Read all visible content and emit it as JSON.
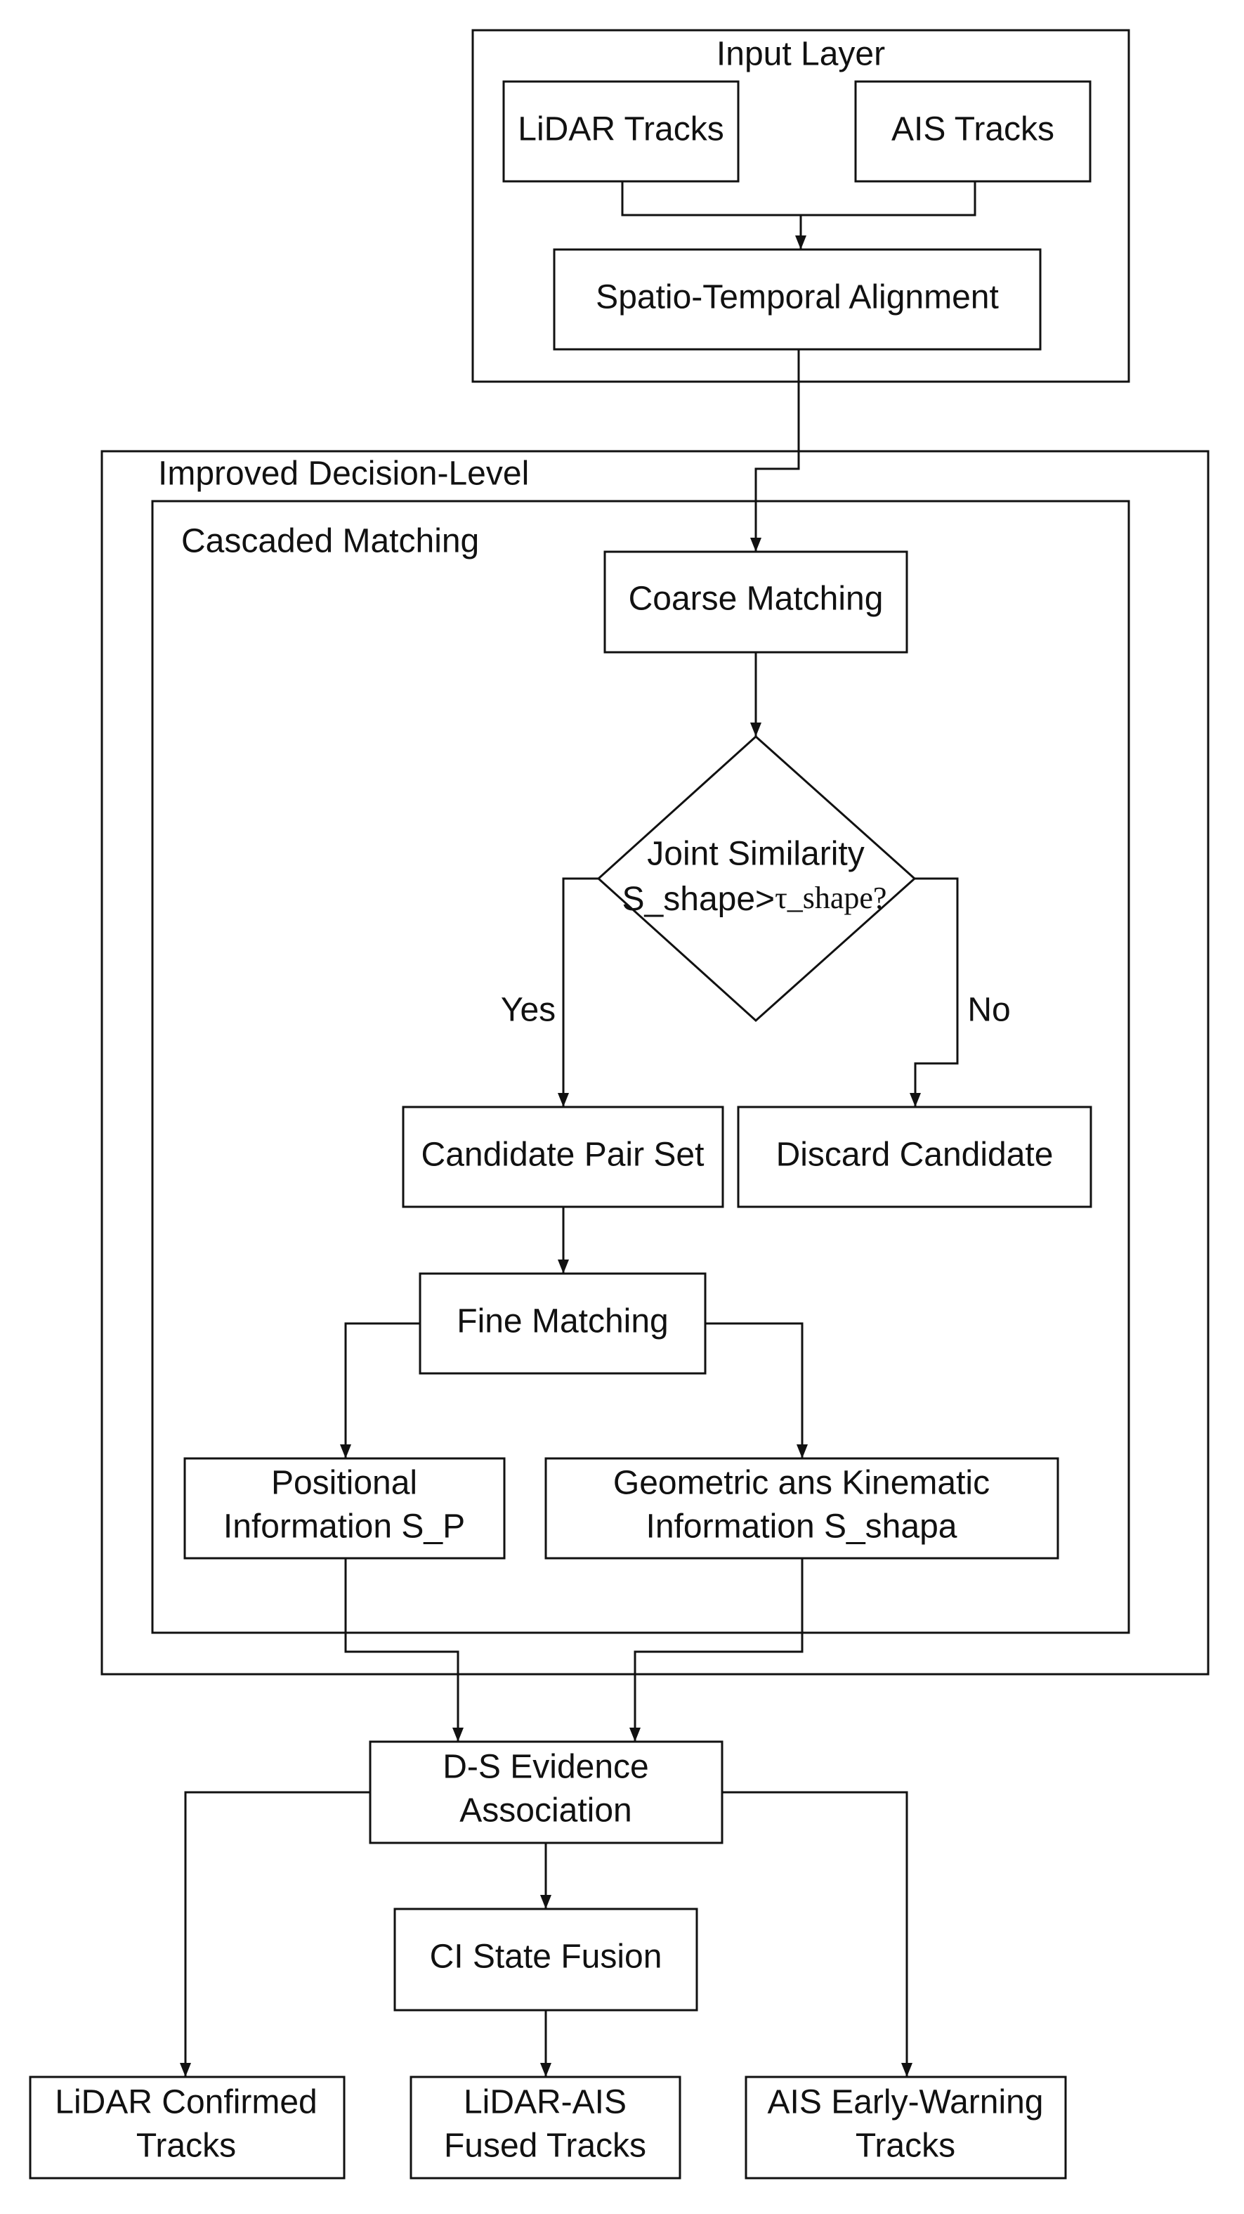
{
  "groups": {
    "input_layer": "Input Layer",
    "improved_decision_level": "Improved Decision-Level",
    "cascaded_matching": "Cascaded Matching"
  },
  "nodes": {
    "lidar_tracks": "LiDAR Tracks",
    "ais_tracks": "AIS Tracks",
    "spatio_temporal_alignment": "Spatio-Temporal Alignment",
    "coarse_matching": "Coarse Matching",
    "decision": {
      "line1": "Joint Similarity",
      "line2_prefix": "S_shape>",
      "line2_threshold": "τ_shape?"
    },
    "candidate_pair_set": "Candidate Pair Set",
    "discard_candidate": "Discard Candidate",
    "fine_matching": "Fine Matching",
    "positional_info": {
      "line1": "Positional",
      "line2": "Information S_P"
    },
    "geometric_info": {
      "line1": "Geometric ans Kinematic",
      "line2": "Information S_shapa"
    },
    "ds_evidence": {
      "line1": "D-S Evidence",
      "line2": "Association"
    },
    "ci_state_fusion": "CI State Fusion",
    "lidar_confirmed": {
      "line1": "LiDAR Confirmed",
      "line2": "Tracks"
    },
    "lidar_ais_fused": {
      "line1": "LiDAR-AIS",
      "line2": "Fused Tracks"
    },
    "ais_early_warning": {
      "line1": "AIS Early-Warning",
      "line2": "Tracks"
    }
  },
  "edge_labels": {
    "yes": "Yes",
    "no": "No"
  }
}
